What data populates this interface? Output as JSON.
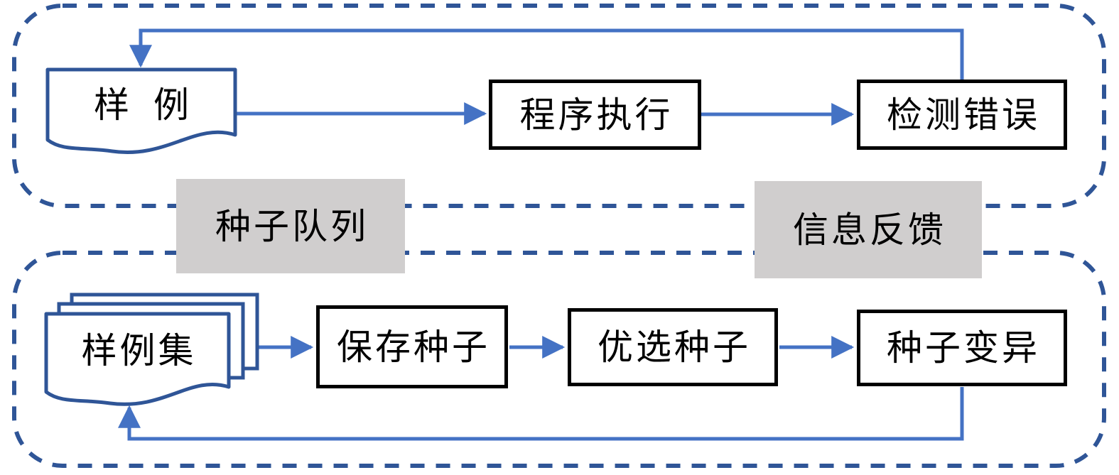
{
  "diagram": {
    "kind": "fuzzing-feedback-loop-flowchart",
    "nodes": {
      "sample": {
        "label": "样例",
        "shape": "document"
      },
      "execute": {
        "label": "程序执行",
        "shape": "process"
      },
      "detect": {
        "label": "检测错误",
        "shape": "process"
      },
      "seed_queue": {
        "label": "种子队列",
        "shape": "connector-label"
      },
      "info_feedback": {
        "label": "信息反馈",
        "shape": "connector-label"
      },
      "sample_set": {
        "label": "样例集",
        "shape": "document-stack"
      },
      "save_seed": {
        "label": "保存种子",
        "shape": "process"
      },
      "select_seed": {
        "label": "优选种子",
        "shape": "process"
      },
      "mutate_seed": {
        "label": "种子变异",
        "shape": "process"
      }
    },
    "edges": [
      {
        "from": "sample",
        "to": "execute",
        "type": "flow"
      },
      {
        "from": "execute",
        "to": "detect",
        "type": "flow"
      },
      {
        "from": "detect",
        "to": "sample",
        "type": "feedback"
      },
      {
        "from": "sample_set",
        "to": "save_seed",
        "type": "flow"
      },
      {
        "from": "save_seed",
        "to": "select_seed",
        "type": "flow"
      },
      {
        "from": "select_seed",
        "to": "mutate_seed",
        "type": "flow"
      },
      {
        "from": "mutate_seed",
        "to": "sample_set",
        "type": "feedback"
      }
    ],
    "colors": {
      "connector_blue": "#4472C4",
      "outline_blue": "#2F5597",
      "process_border": "#000000",
      "label_background": "#D0CECE",
      "text": "#000000",
      "canvas_background": "#FFFFFF"
    }
  }
}
